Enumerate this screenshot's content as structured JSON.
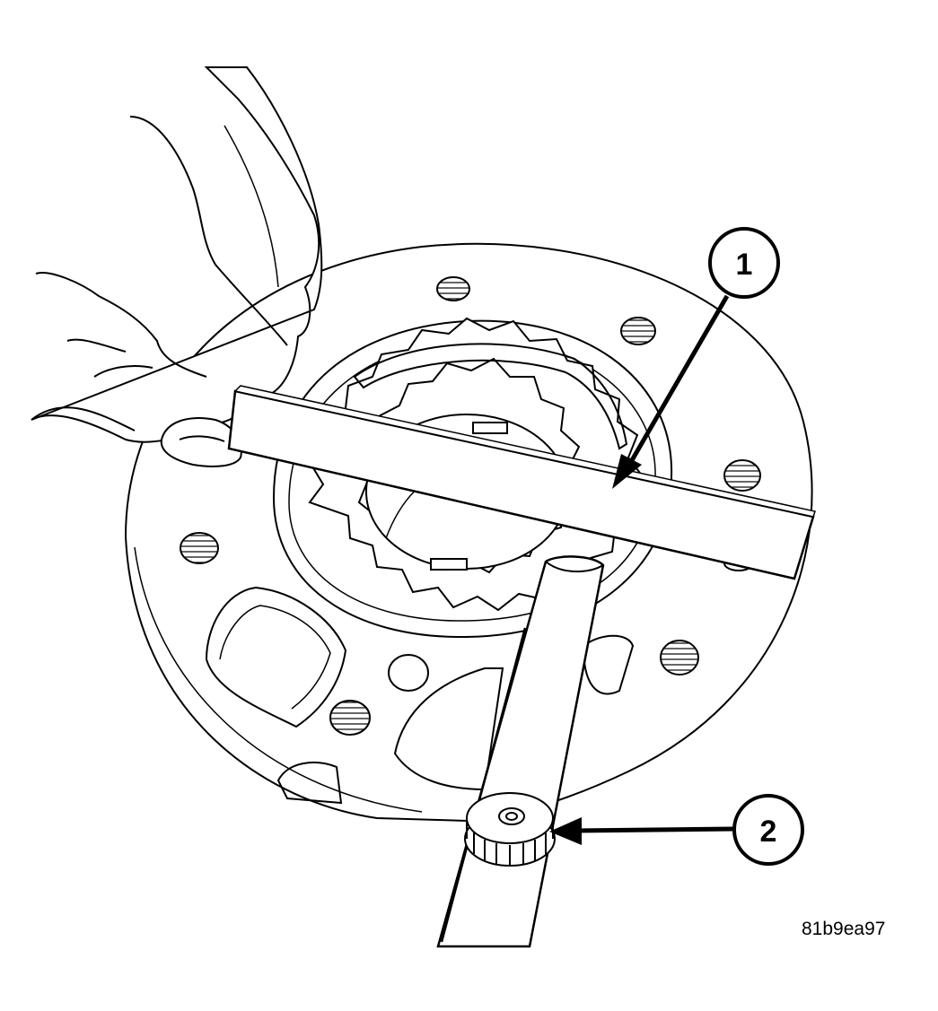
{
  "figure": {
    "figure_id": "81b9ea97",
    "callouts": [
      {
        "number": "1",
        "refers_to": "straightedge"
      },
      {
        "number": "2",
        "refers_to": "feeler gauge"
      }
    ]
  },
  "colors": {
    "line": "#000000",
    "background": "#ffffff"
  }
}
